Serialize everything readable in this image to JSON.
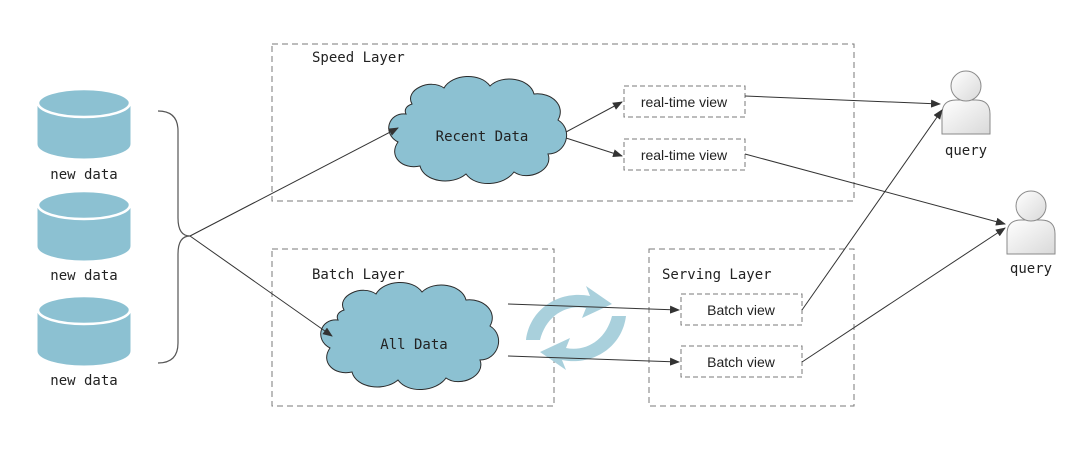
{
  "sources": [
    {
      "label": "new data"
    },
    {
      "label": "new data"
    },
    {
      "label": "new data"
    }
  ],
  "speed_layer": {
    "title": "Speed Layer",
    "node": "Recent Data",
    "views": [
      "real-time view",
      "real-time view"
    ]
  },
  "batch_layer": {
    "title": "Batch Layer",
    "node": "All Data"
  },
  "serving_layer": {
    "title": "Serving Layer",
    "views": [
      "Batch view",
      "Batch view"
    ]
  },
  "queries": [
    {
      "label": "query"
    },
    {
      "label": "query"
    }
  ],
  "colors": {
    "cylinder": "#8cc1d2",
    "cloud": "#8cc1d2",
    "cloud_stroke": "#2b2b2b",
    "dashed_border": "#7a7a7a",
    "arrow": "#333333",
    "cycle_arrow": "#a9d0dc",
    "user_fill": "#f2f2f2",
    "user_stroke": "#8a8a8a"
  }
}
